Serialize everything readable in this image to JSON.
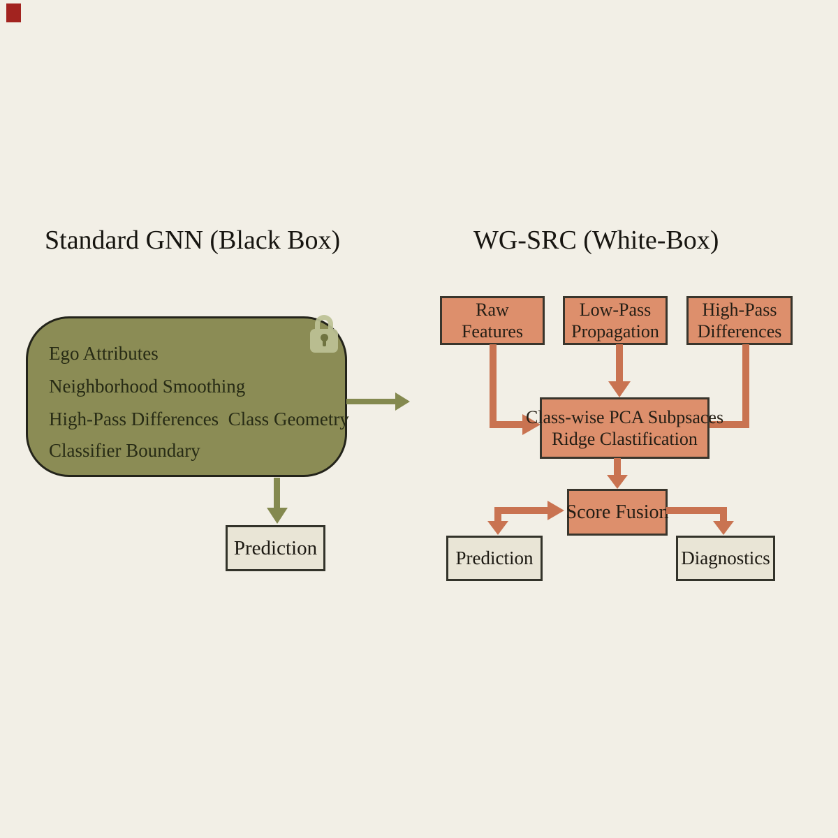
{
  "colors": {
    "background": "#f2efe6",
    "marker_red": "#a2231f",
    "gnn_box_fill": "#8b8c55",
    "gnn_box_border": "#23231a",
    "olive_arrow": "#84894f",
    "lock_body": "#bdc295",
    "lock_keyhole": "#6e7340",
    "src_node_fill": "#dd8f6c",
    "src_node_border": "#39352c",
    "src_arrow": "#c97351",
    "output_node_fill": "#e9e5d6",
    "output_node_border": "#33332a",
    "text_dark": "#1c1912"
  },
  "left_panel": {
    "title": "Standard GNN (Black Box)",
    "black_box_items": [
      "Ego Attributes",
      "Neighborhood Smoothing",
      "High-Pass Differences  Class Geometry",
      "Classifier Boundary"
    ],
    "lock_icon": "padlock",
    "prediction_label": "Prediction"
  },
  "right_panel": {
    "title": "WG-SRC (White-Box)",
    "nodes": {
      "raw_features": {
        "line1": "Raw",
        "line2": "Features"
      },
      "low_pass": {
        "line1": "Low-Pass",
        "line2": "Propagation"
      },
      "high_pass": {
        "line1": "High-Pass",
        "line2": "Differences"
      },
      "pca": {
        "line1": "Class-wise PCA Subpsaces",
        "line2": "Ridge Clastification"
      },
      "score_fusion": "Score Fusion",
      "prediction": "Prediction",
      "diagnostics": "Diagnostics"
    }
  }
}
